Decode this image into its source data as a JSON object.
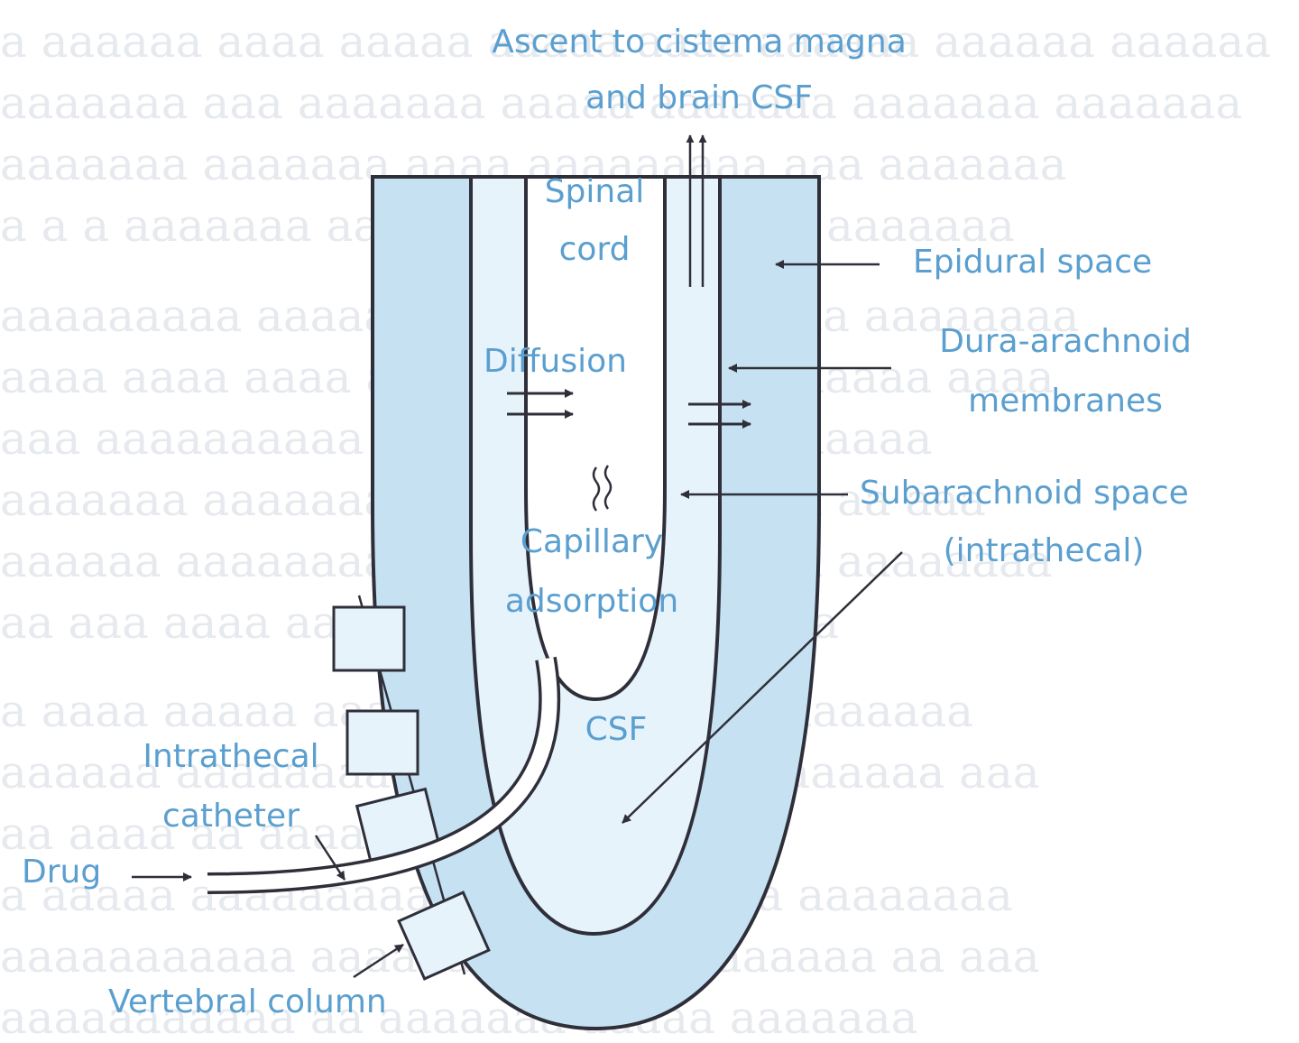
{
  "colors": {
    "label": "#5a9fcf",
    "band_fill": "#c6e1f2",
    "inner_fill": "#e7f3fb",
    "outline": "#2f2f3a",
    "background": "#ffffff",
    "background_text": "#e6e9ee"
  },
  "labels": {
    "ascent_line1": "Ascent to cistema magna",
    "ascent_line2": "and brain CSF",
    "spinal_line1": "Spinal",
    "spinal_line2": "cord",
    "epidural": "Epidural space",
    "dura_line1": "Dura-arachnoid",
    "dura_line2": "membranes",
    "diffusion": "Diffusion",
    "subarachnoid_line1": "Subarachnoid space",
    "subarachnoid_line2": "(intrathecal)",
    "capillary_line1": "Capillary",
    "capillary_line2": "adsorption",
    "csf": "CSF",
    "catheter_line1": "Intrathecal",
    "catheter_line2": "catheter",
    "drug": "Drug",
    "vertebral": "Vertebral column"
  }
}
